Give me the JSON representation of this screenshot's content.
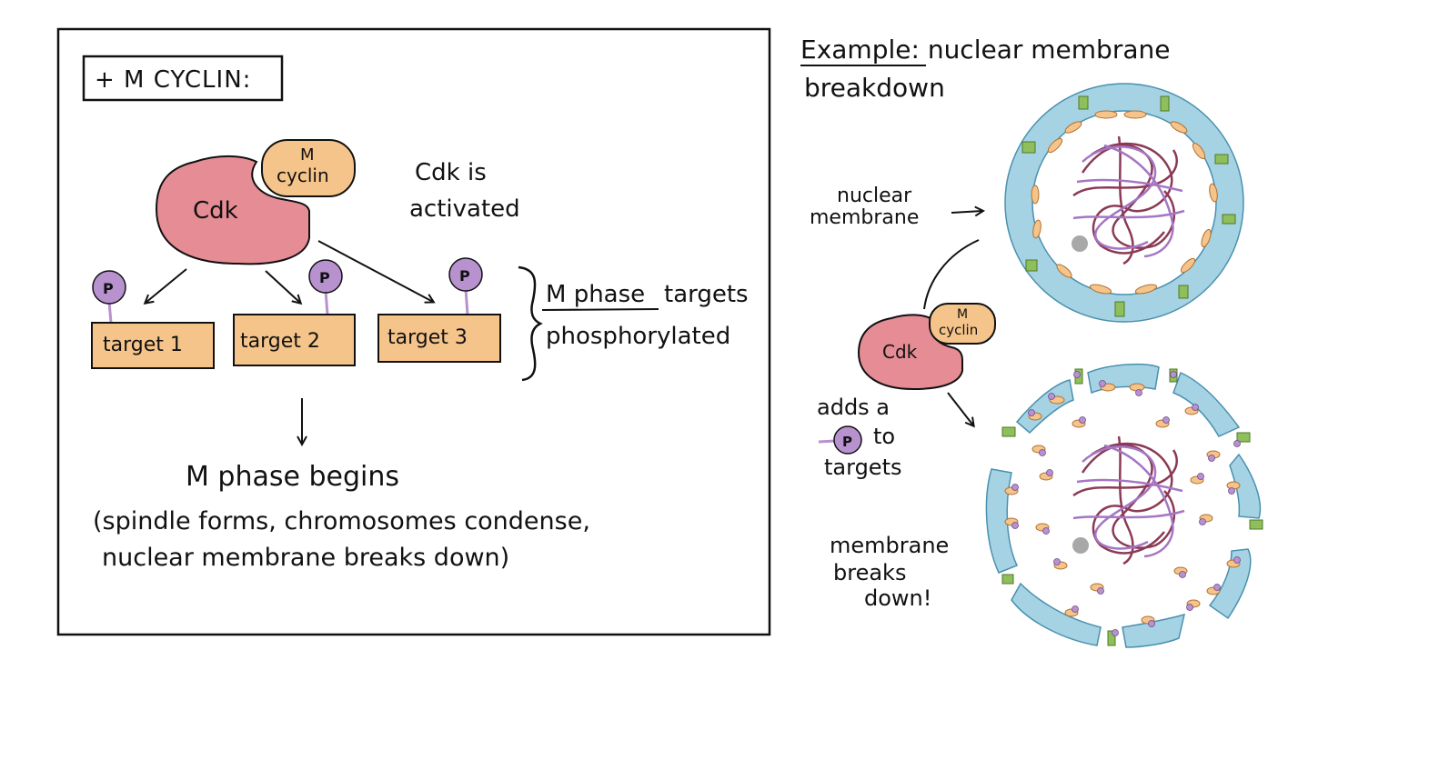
{
  "left_panel": {
    "header": "+ M CYCLIN:",
    "cdk_label": "Cdk",
    "cyclin_label_line1": "M",
    "cyclin_label_line2": "cyclin",
    "activated_line1": "Cdk is",
    "activated_line2": "activated",
    "phosphate_label": "P",
    "targets": [
      "target 1",
      "target 2",
      "target 3"
    ],
    "targets_note_line1_a": "M phase",
    "targets_note_line1_b": "targets",
    "targets_note_line2": "phosphorylated",
    "result_title": "M phase begins",
    "result_line1": "(spindle forms, chromosomes condense,",
    "result_line2": "nuclear membrane breaks down)"
  },
  "right_panel": {
    "title_prefix": "Example",
    "title_rest": ": nuclear membrane",
    "title_line2": "breakdown",
    "nuclear_label_line1": "nuclear",
    "nuclear_label_line2": "membrane",
    "cdk_label": "Cdk",
    "cyclin_label_line1": "M",
    "cyclin_label_line2": "cyclin",
    "adds_line1": "adds a",
    "adds_line2": "to",
    "adds_line3": "targets",
    "phosphate_label": "P",
    "breaks_line1": "membrane",
    "breaks_line2": "breaks",
    "breaks_line3": "down!"
  },
  "colors": {
    "cdk": "#e58c95",
    "cyclin": "#f5c48a",
    "target": "#f5c48a",
    "phosphate": "#b891cf",
    "membrane": "#a6d3e3",
    "pore": "#8ebf5a",
    "chromosome_red": "#8b3a55",
    "chromosome_purple": "#a576c4",
    "nucleolus": "#a8a8a8"
  }
}
